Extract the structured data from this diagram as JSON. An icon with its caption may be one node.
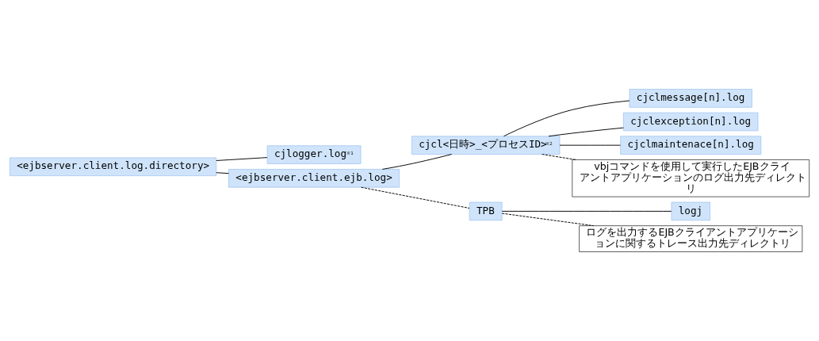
{
  "diagram": {
    "nodes": [
      {
        "text": [
          "<ejbserver.client.log.directory>"
        ]
      },
      {
        "text": [
          "cjlogger.log$^{※1}$"
        ]
      },
      {
        "text": [
          "<ejbserver.client.ejb.log>"
        ]
      },
      {
        "text": [
          "cjcl<日時>_<プロセスID>$^{※2}$"
        ]
      },
      {
        "text": [
          "cjclmessage[n].log"
        ]
      },
      {
        "text": [
          "cjclexception[n].log"
        ]
      },
      {
        "text": [
          "cjclmaintenace[n].log"
        ]
      },
      {
        "text": [
          "TPB"
        ]
      },
      {
        "text": [
          "logj"
        ]
      },
      {
        "text": [
          "vbjコマンドを使用して実行したEJBクライアントアプリケーションのログ出力先ディレクトリ"
        ]
      },
      {
        "text": [
          "ログを出力するEJBクライアントアプリケーションに関するトレース出力先ディレクトリ"
        ]
      }
    ],
    "edges": [
      {
        "from": 0,
        "to": 1,
        "arrow": "none"
      },
      {
        "from": 0,
        "to": 2,
        "arrow": "none"
      },
      {
        "from": 2,
        "to": 3,
        "arrow": "none"
      },
      {
        "from": 3,
        "to": 4,
        "arrow": "none"
      },
      {
        "from": 3,
        "to": 5,
        "arrow": "none"
      },
      {
        "from": 3,
        "to": 6,
        "arrow": "none"
      },
      {
        "from": 2,
        "to": 7,
        "arrow": "none",
        "style": "dashed"
      },
      {
        "from": 7,
        "to": 8,
        "arrow": "none"
      },
      {
        "from": 3,
        "to": 9,
        "arrow": "none",
        "style": "dashed"
      },
      {
        "from": 7,
        "to": 10,
        "arrow": "none",
        "style": "dashed"
      }
    ]
  }
}
